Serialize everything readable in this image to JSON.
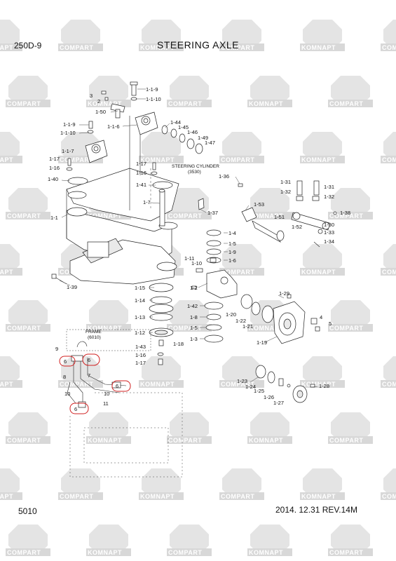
{
  "header": {
    "model": "250D-9",
    "title": "STEERING AXLE"
  },
  "footer": {
    "page_number": "5010",
    "revision": "2014. 12.31  REV.14M"
  },
  "watermark": {
    "text_a": "KOMNAPT",
    "text_b": "COMPART"
  },
  "captions": {
    "steering_cylinder": "STEERING CYLINDER",
    "steering_cylinder_ref": "(3530)",
    "frame": "FRAME",
    "frame_ref": "(6010)"
  },
  "callouts": [
    "1-1-9",
    "1-1-10",
    "3",
    "2",
    "1-50",
    "1-1-6",
    "1-44",
    "1-45",
    "1-46",
    "1-49",
    "1-47",
    "1-1-9",
    "1-1-10",
    "1-1-7",
    "1-17",
    "1-16",
    "1-40",
    "1-17",
    "1-16",
    "1-41",
    "1-36",
    "1-7",
    "1-37",
    "1-31",
    "1-32",
    "1-31",
    "1-32",
    "1-38",
    "1-53",
    "1-51",
    "1-52",
    "1-30",
    "1-33",
    "1-34",
    "1-1",
    "1-4",
    "1-5",
    "1-9",
    "1-6",
    "1-11",
    "1-10",
    "1-39",
    "1-15",
    "1-2",
    "1-29",
    "1-14",
    "1-42",
    "1-20",
    "1-13",
    "1-8",
    "1-22",
    "1-21",
    "4",
    "5",
    "1-12",
    "1-5",
    "1-3",
    "FRAME",
    "1-43",
    "1-18",
    "1-19",
    "9",
    "1-16",
    "1-17",
    "6",
    "6",
    "8",
    "7",
    "6",
    "1-23",
    "1-24",
    "1-25",
    "1-28",
    "10",
    "10",
    "11",
    "6",
    "1-26",
    "1-27"
  ],
  "boxed_callouts": [
    "6",
    "6",
    "6",
    "6"
  ]
}
